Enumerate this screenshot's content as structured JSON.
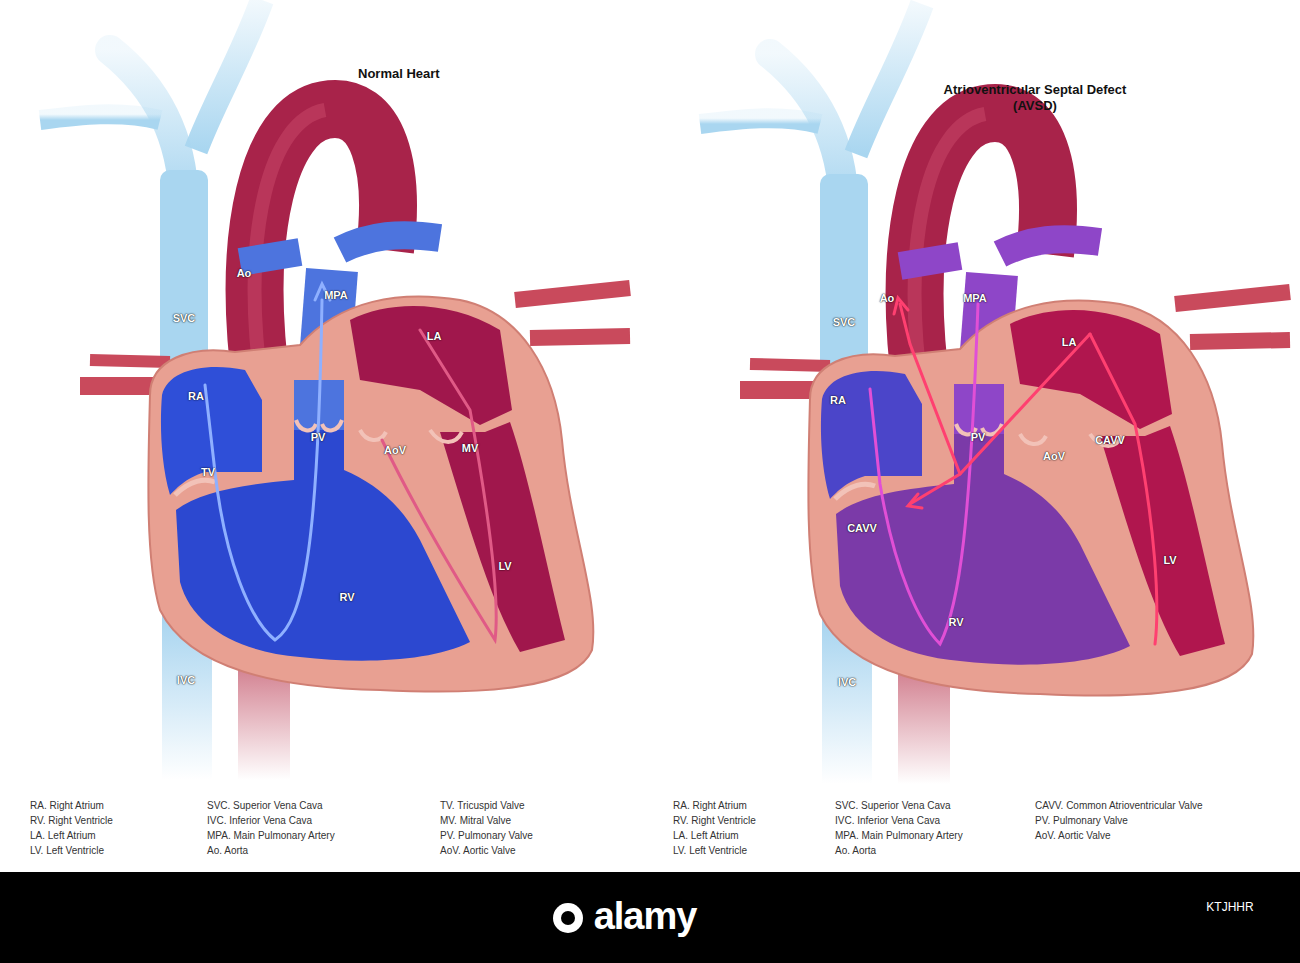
{
  "diagram": {
    "labels": [
      "Normal Heart",
      "Ao",
      "MPA",
      "SVC",
      "LA",
      "RA",
      "PV",
      "AoV",
      "MV",
      "TV",
      "LV",
      "RV",
      "IVC",
      "RA. Right Atrium",
      "RV. Right Ventricle",
      "LA. Left Atrium",
      "LV. Left Ventricle",
      "SVC. Superior Vena Cava",
      "IVC. Inferior Vena Cava",
      "MPA. Main Pulmonary Artery",
      "Ao. Aorta",
      "TV. Tricuspid Valve",
      "MV. Mitral Valve",
      "PV. Pulmonary Valve",
      "AoV. Aortic Valve",
      "Atrioventricular Septal Defect (AVSD)",
      "Ao",
      "MPA",
      "SVC",
      "LA",
      "RA",
      "PV",
      "AoV",
      "CAVV",
      "CAVV",
      "LV",
      "RV",
      "IVC",
      "RA. Right Atrium",
      "RV. Right Ventricle",
      "LA. Left Atrium",
      "LV. Left Ventricle",
      "SVC. Superior Vena Cava",
      "IVC. Inferior Vena Cava",
      "MPA. Main Pulmonary Artery",
      "Ao. Aorta",
      "CAVV. Common Atrioventricular Valve",
      "PV. Pulmonary Valve",
      "AoV. Aortic Valve",
      "alamy",
      "KTJHHR"
    ]
  }
}
